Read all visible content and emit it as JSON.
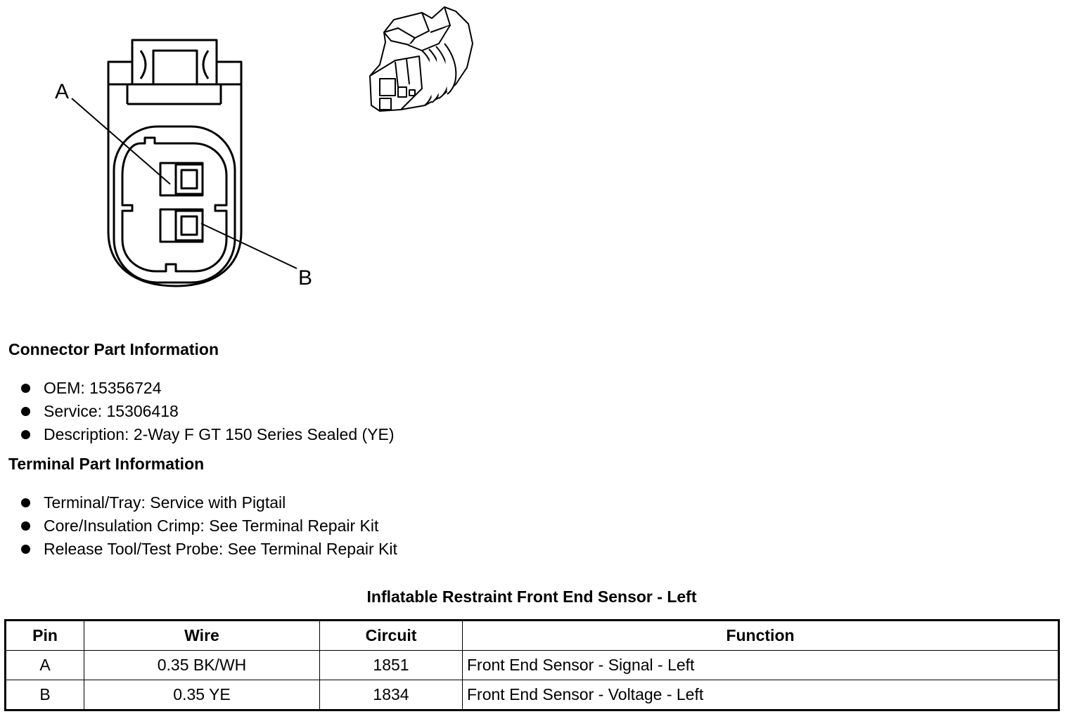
{
  "diagram": {
    "labels": {
      "a": "A",
      "b": "B"
    }
  },
  "connector_section": {
    "heading": "Connector Part Information",
    "items": [
      "OEM: 15356724",
      "Service: 15306418",
      "Description: 2-Way F GT 150 Series Sealed (YE)"
    ]
  },
  "terminal_section": {
    "heading": "Terminal Part Information",
    "items": [
      "Terminal/Tray: Service with Pigtail",
      "Core/Insulation Crimp: See Terminal Repair Kit",
      "Release Tool/Test Probe: See Terminal Repair Kit"
    ]
  },
  "table": {
    "title": "Inflatable Restraint Front End Sensor - Left",
    "headers": {
      "pin": "Pin",
      "wire": "Wire",
      "circuit": "Circuit",
      "function": "Function"
    },
    "rows": [
      {
        "pin": "A",
        "wire": "0.35 BK/WH",
        "circuit": "1851",
        "function": "Front End Sensor - Signal - Left"
      },
      {
        "pin": "B",
        "wire": "0.35 YE",
        "circuit": "1834",
        "function": "Front End Sensor - Voltage - Left"
      }
    ]
  }
}
